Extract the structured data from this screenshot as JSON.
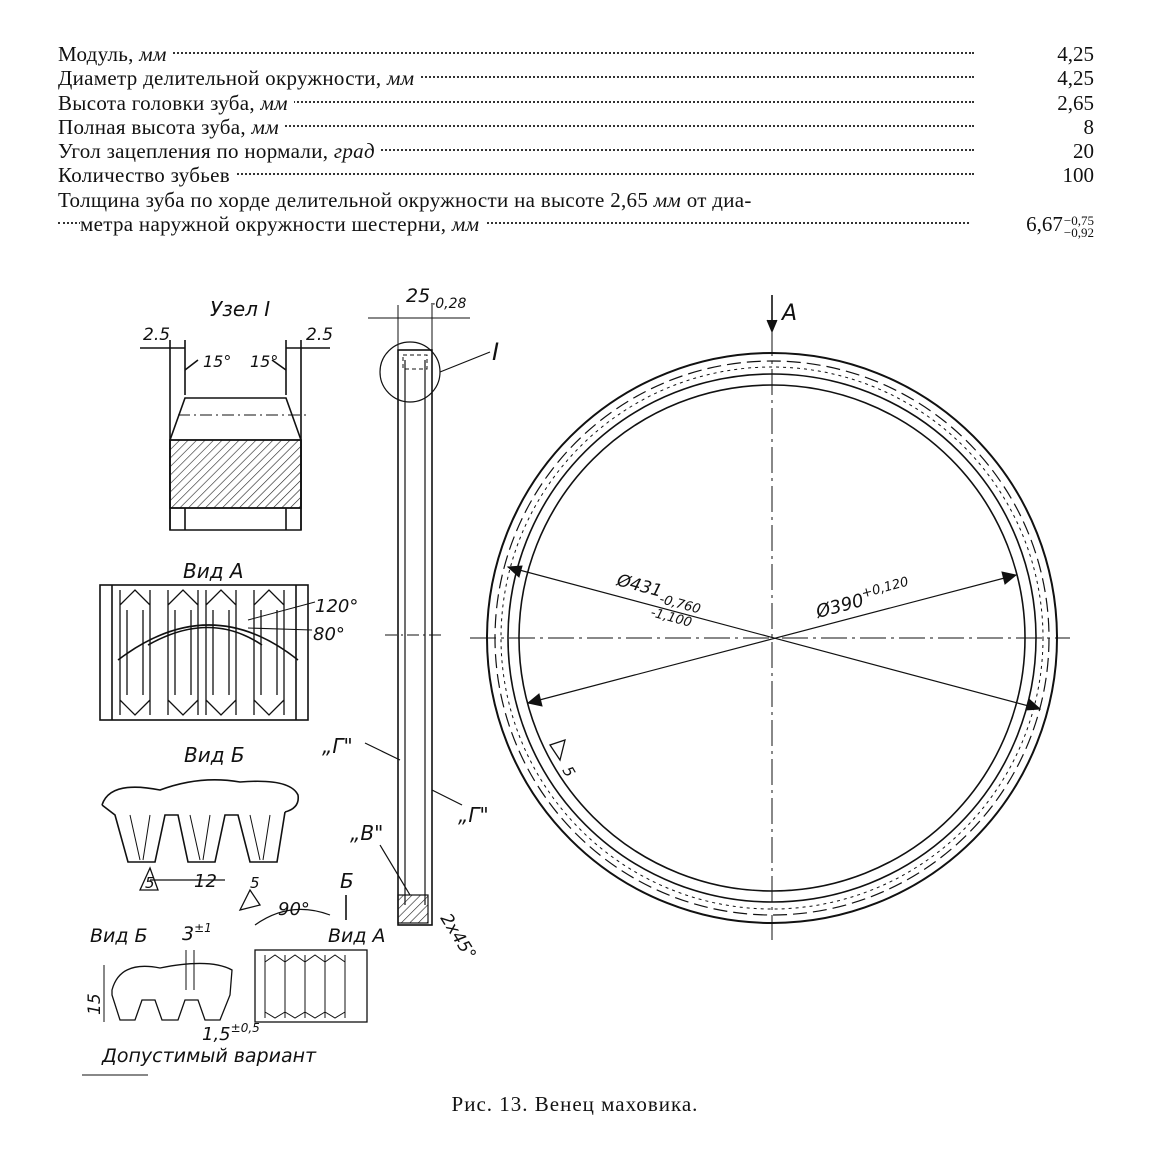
{
  "spec": {
    "rows": [
      {
        "label": "Модуль,",
        "unit": "мм",
        "value": "4,25"
      },
      {
        "label": "Диаметр делительной окружности,",
        "unit": "мм",
        "value": "4,25"
      },
      {
        "label": "Высота головки зуба,",
        "unit": "мм",
        "value": "2,65"
      },
      {
        "label": "Полная высота зуба,",
        "unit": "мм",
        "value": "8"
      },
      {
        "label": "Угол зацепления по нормали,",
        "unit": "град",
        "value": "20"
      },
      {
        "label": "Количество зубьев",
        "unit": "",
        "value": "100"
      }
    ],
    "last_line1": "Толщина зуба по хорде делительной  окружности  на  высоте 2,65",
    "last_line1_unit": "мм",
    "last_line1_tail": "от диа-",
    "last_line2": "метра  наружной  окружности шестерни,",
    "last_line2_unit": "мм",
    "last_value": "6,67",
    "last_tol_upper": "−0,75",
    "last_tol_lower": "−0,92"
  },
  "drawing": {
    "uzel_title": "Узел I",
    "dim_2_5_left": "2.5",
    "dim_2_5_right": "2.5",
    "angle_15_left": "15°",
    "angle_15_right": "15°",
    "vid_a_title": "Вид А",
    "angle_120": "120°",
    "angle_80": "80°",
    "vid_b_title": "Вид Б",
    "pitch_12": "12",
    "rough_5a": "5",
    "rough_5b": "5",
    "angle_90": "90°",
    "label_b": "Б",
    "vid_b_small": "Вид Б",
    "vid_a_small": "Вид А",
    "dim_3": "3",
    "dim_3_tol": "±1",
    "dim_15": "15",
    "dim_1_5": "1,5",
    "dim_1_5_tol": "±0,5",
    "allowed_variant": "Допустимый вариант",
    "width_25": "25",
    "width_tol": "-0,28",
    "node_I": "I",
    "label_G1": "„Г\"",
    "label_G2": "„Г\"",
    "label_V": "„В\"",
    "chamfer": "2х45°",
    "view_A": "A",
    "dia_outer": "Ø431",
    "dia_outer_tol_up": "-0,760",
    "dia_outer_tol_low": "-1,100",
    "dia_inner": "Ø390",
    "dia_inner_tol": "+0,120",
    "rough_5c": "5"
  },
  "caption": "Рис. 13. Венец маховика."
}
